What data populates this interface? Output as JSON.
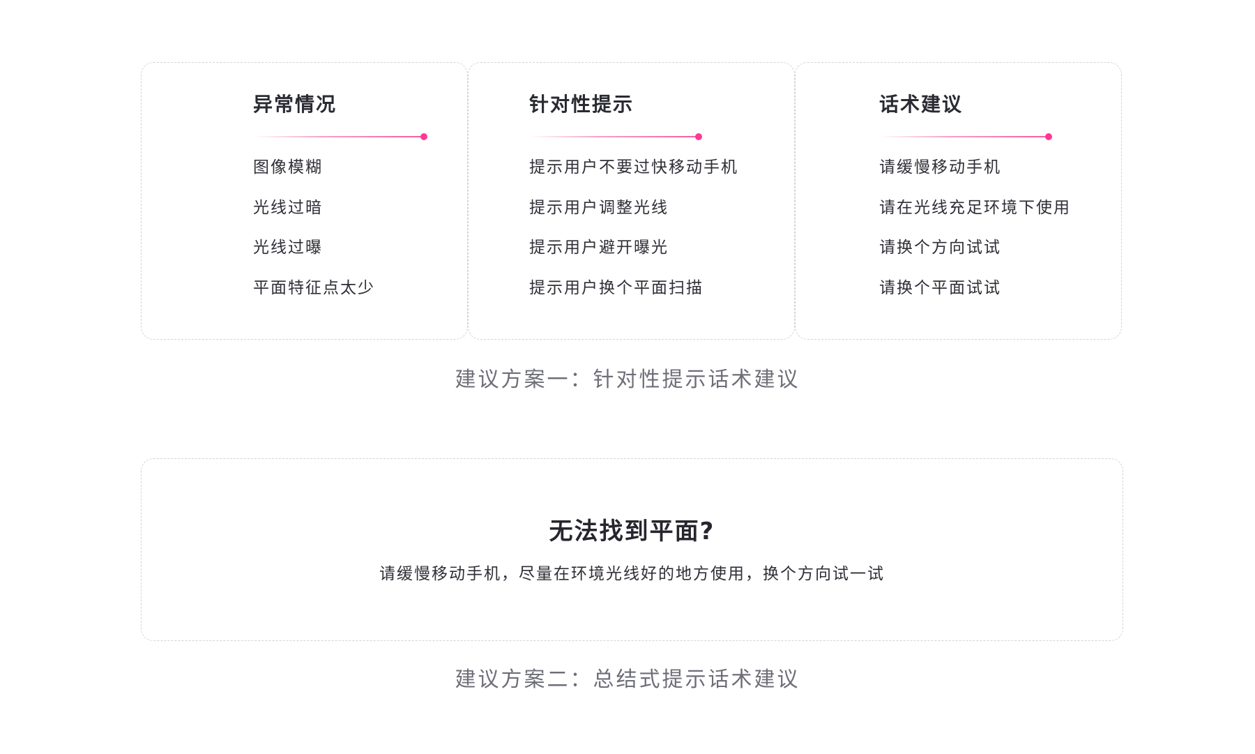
{
  "scheme_one": {
    "columns": [
      {
        "title": "异常情况",
        "items": [
          "图像模糊",
          "光线过暗",
          "光线过曝",
          "平面特征点太少"
        ]
      },
      {
        "title": "针对性提示",
        "items": [
          "提示用户不要过快移动手机",
          "提示用户调整光线",
          "提示用户避开曝光",
          "提示用户换个平面扫描"
        ]
      },
      {
        "title": "话术建议",
        "items": [
          "请缓慢移动手机",
          "请在光线充足环境下使用",
          "请换个方向试试",
          "请换个平面试试"
        ]
      }
    ],
    "caption": "建议方案一：针对性提示话术建议"
  },
  "scheme_two": {
    "title": "无法找到平面?",
    "text": "请缓慢移动手机，尽量在环境光线好的地方使用，换个方向试一试",
    "caption": "建议方案二：总结式提示话术建议"
  },
  "colors": {
    "accent": "#ff3a93",
    "border": "#d3d3d8",
    "caption": "#6e6e78",
    "text": "#2e2e36"
  }
}
